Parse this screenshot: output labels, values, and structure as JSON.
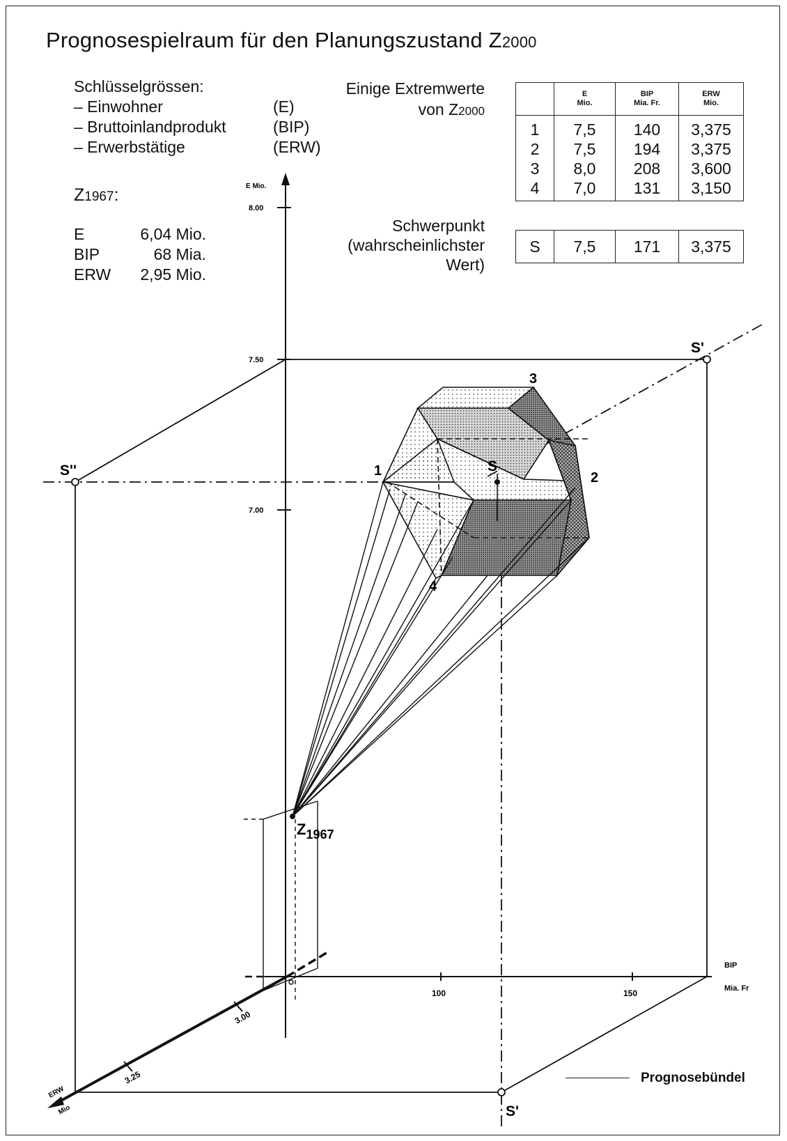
{
  "title": "Prognosespielraum für den Planungszustand Z",
  "title_sub": "2000",
  "keys_heading": "Schlüsselgrössen:",
  "keys": [
    {
      "name": "– Einwohner",
      "abbr": "(E)"
    },
    {
      "name": "– Bruttoinlandprodukt",
      "abbr": "(BIP)"
    },
    {
      "name": "– Erwerbstätige",
      "abbr": "(ERW)"
    }
  ],
  "z1967": {
    "label": "Z",
    "sub": "1967",
    "colon": ":",
    "values": [
      {
        "label": "E",
        "value": "6,04 Mio."
      },
      {
        "label": "BIP",
        "value": "68 Mia."
      },
      {
        "label": "ERW",
        "value": "2,95 Mio."
      }
    ]
  },
  "extreme": {
    "label_line1": "Einige Extremwerte",
    "label_line2": "von Z",
    "label_sub": "2000",
    "headers": [
      {
        "top": "",
        "bottom": ""
      },
      {
        "top": "E",
        "bottom": "Mio."
      },
      {
        "top": "BIP",
        "bottom": "Mia. Fr."
      },
      {
        "top": "ERW",
        "bottom": "Mio."
      }
    ],
    "rows": [
      [
        "1",
        "7,5",
        "140",
        "3,375"
      ],
      [
        "2",
        "7,5",
        "194",
        "3,375"
      ],
      [
        "3",
        "8,0",
        "208",
        "3,600"
      ],
      [
        "4",
        "7,0",
        "131",
        "3,150"
      ]
    ]
  },
  "schwerpunkt": {
    "label_line1": "Schwerpunkt",
    "label_line2": "(wahrscheinlichster",
    "label_line3": "Wert)",
    "row": [
      "S",
      "7,5",
      "171",
      "3,375"
    ]
  },
  "axes": {
    "e_label": "E Mio.",
    "e_ticks": [
      "8.00",
      "7.50",
      "7.00"
    ],
    "bip_label": "BIP",
    "bip_unit": "Mia. Fr",
    "bip_ticks": [
      "100",
      "150"
    ],
    "erw_label": "ERW",
    "erw_unit": "Mio",
    "erw_ticks": [
      "3.00",
      "3.25"
    ]
  },
  "points": {
    "p1": "1",
    "p2": "2",
    "p3": "3",
    "p4": "4",
    "s": "S",
    "s_prime_top": "S'",
    "s_prime_bottom": "S'",
    "s_double": "S''",
    "z": "Z",
    "z_sub": "1967"
  },
  "legend": "Prognosebündel"
}
